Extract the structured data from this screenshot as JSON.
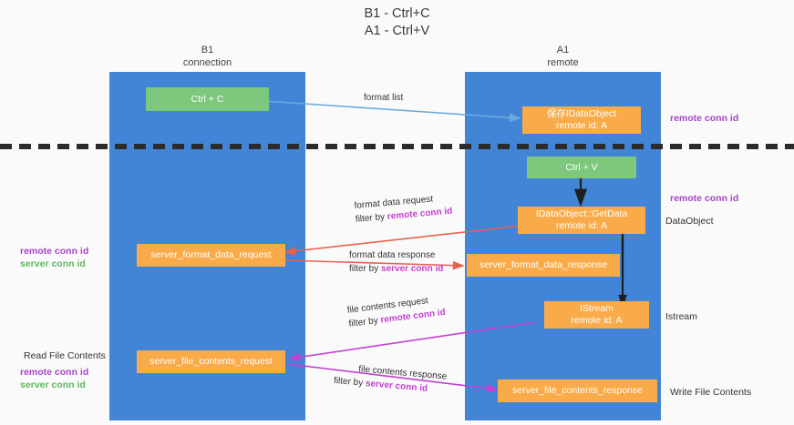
{
  "title": "B1 - Ctrl+C\nA1 - Ctrl+V",
  "colors": {
    "lane": "#4285d6",
    "node_green": "#7ec87e",
    "node_orange": "#f9ab49",
    "conn_id_purple": "#a844c9",
    "conn_id_green": "#5cb85c",
    "arrow_blue": "#6aa9e0",
    "arrow_red": "#e8614d",
    "arrow_magenta": "#c43fd0",
    "arrow_black": "#1f1f1f",
    "separator": "#2b2b2b"
  },
  "columns": [
    {
      "name": "B1",
      "sub": "connection",
      "label": "B1\nconnection"
    },
    {
      "name": "A1",
      "sub": "remote",
      "label": "A1\nremote"
    }
  ],
  "nodes": [
    {
      "id": "ctrl-c",
      "label": "Ctrl + C",
      "style": "green"
    },
    {
      "id": "save-idataobject",
      "label": "保存IDataObject\nremote id: A",
      "style": "orange"
    },
    {
      "id": "ctrl-v",
      "label": "Ctrl + V",
      "style": "green"
    },
    {
      "id": "idataobject-getdata",
      "label": "IDataObject::GetData\nremote id: A",
      "style": "orange"
    },
    {
      "id": "server-format-data-request",
      "label": "server_format_data_request",
      "style": "orange"
    },
    {
      "id": "server-format-data-response",
      "label": "server_format_data_response",
      "style": "orange"
    },
    {
      "id": "istream",
      "label": "IStream\nremote id: A",
      "style": "orange"
    },
    {
      "id": "server-file-contents-request",
      "label": "server_file_contents_request",
      "style": "orange"
    },
    {
      "id": "server-file-contents-response",
      "label": "server_file_contents_response",
      "style": "orange"
    }
  ],
  "edge_labels": {
    "format_list": "format list",
    "format_data_request": "format data request",
    "format_data_request_filter_prefix": "filter by ",
    "format_data_request_filter_value": "remote conn id",
    "format_data_response": "format data response",
    "format_data_response_filter_prefix": "filter by ",
    "format_data_response_filter_value": "server conn id",
    "file_contents_request": "file contents request",
    "file_contents_request_filter_prefix": "filter by ",
    "file_contents_request_filter_value": "remote conn id",
    "file_contents_response": "file contents response",
    "file_contents_response_filter_prefix": "filter by ",
    "file_contents_response_filter_value": "server conn id"
  },
  "annotations": {
    "right_top_remote_conn_id": "remote conn id",
    "right_mid_remote_conn_id": "remote conn id",
    "right_dataobject": "DataObject",
    "right_istream": "Istream",
    "right_write_file_contents": "Write File Contents",
    "left_remote_conn_id": "remote conn id",
    "left_server_conn_id": "server conn id",
    "left_read_file_contents": "Read File Contents",
    "left_bottom_remote_conn_id": "remote conn id",
    "left_bottom_server_conn_id": "server conn id"
  }
}
